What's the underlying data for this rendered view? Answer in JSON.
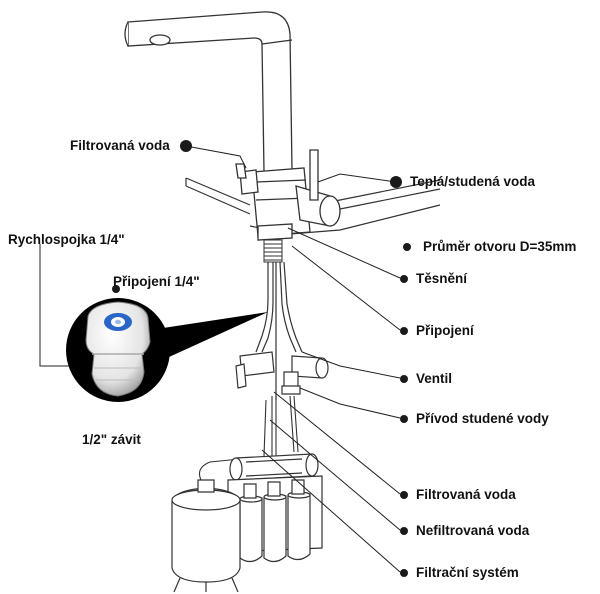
{
  "labels": {
    "filtered_water_top": "Filtrovaná voda",
    "hot_cold_water": "Teplá/studená voda",
    "hole_diameter": "Průměr otvoru D=35mm",
    "seal": "Těsnění",
    "connection": "Připojení",
    "valve": "Ventil",
    "cold_water_supply": "Přívod studené vody",
    "filtered_water_bottom": "Filtrovaná voda",
    "unfiltered_water": "Nefiltrovaná voda",
    "filter_system": "Filtrační systém",
    "quick_connector": "Rychlospojka 1/4\"",
    "connection_quarter": "Připojení 1/4\"",
    "half_inch_thread": "1/2\" závit"
  },
  "colors": {
    "line": "#222222",
    "label": "#111111",
    "bullet": "#1a1a1a",
    "connector_blue": "#2a66c8"
  },
  "icons": {
    "bullet": "filled-circle",
    "callout": "black-pointer-wedge"
  }
}
